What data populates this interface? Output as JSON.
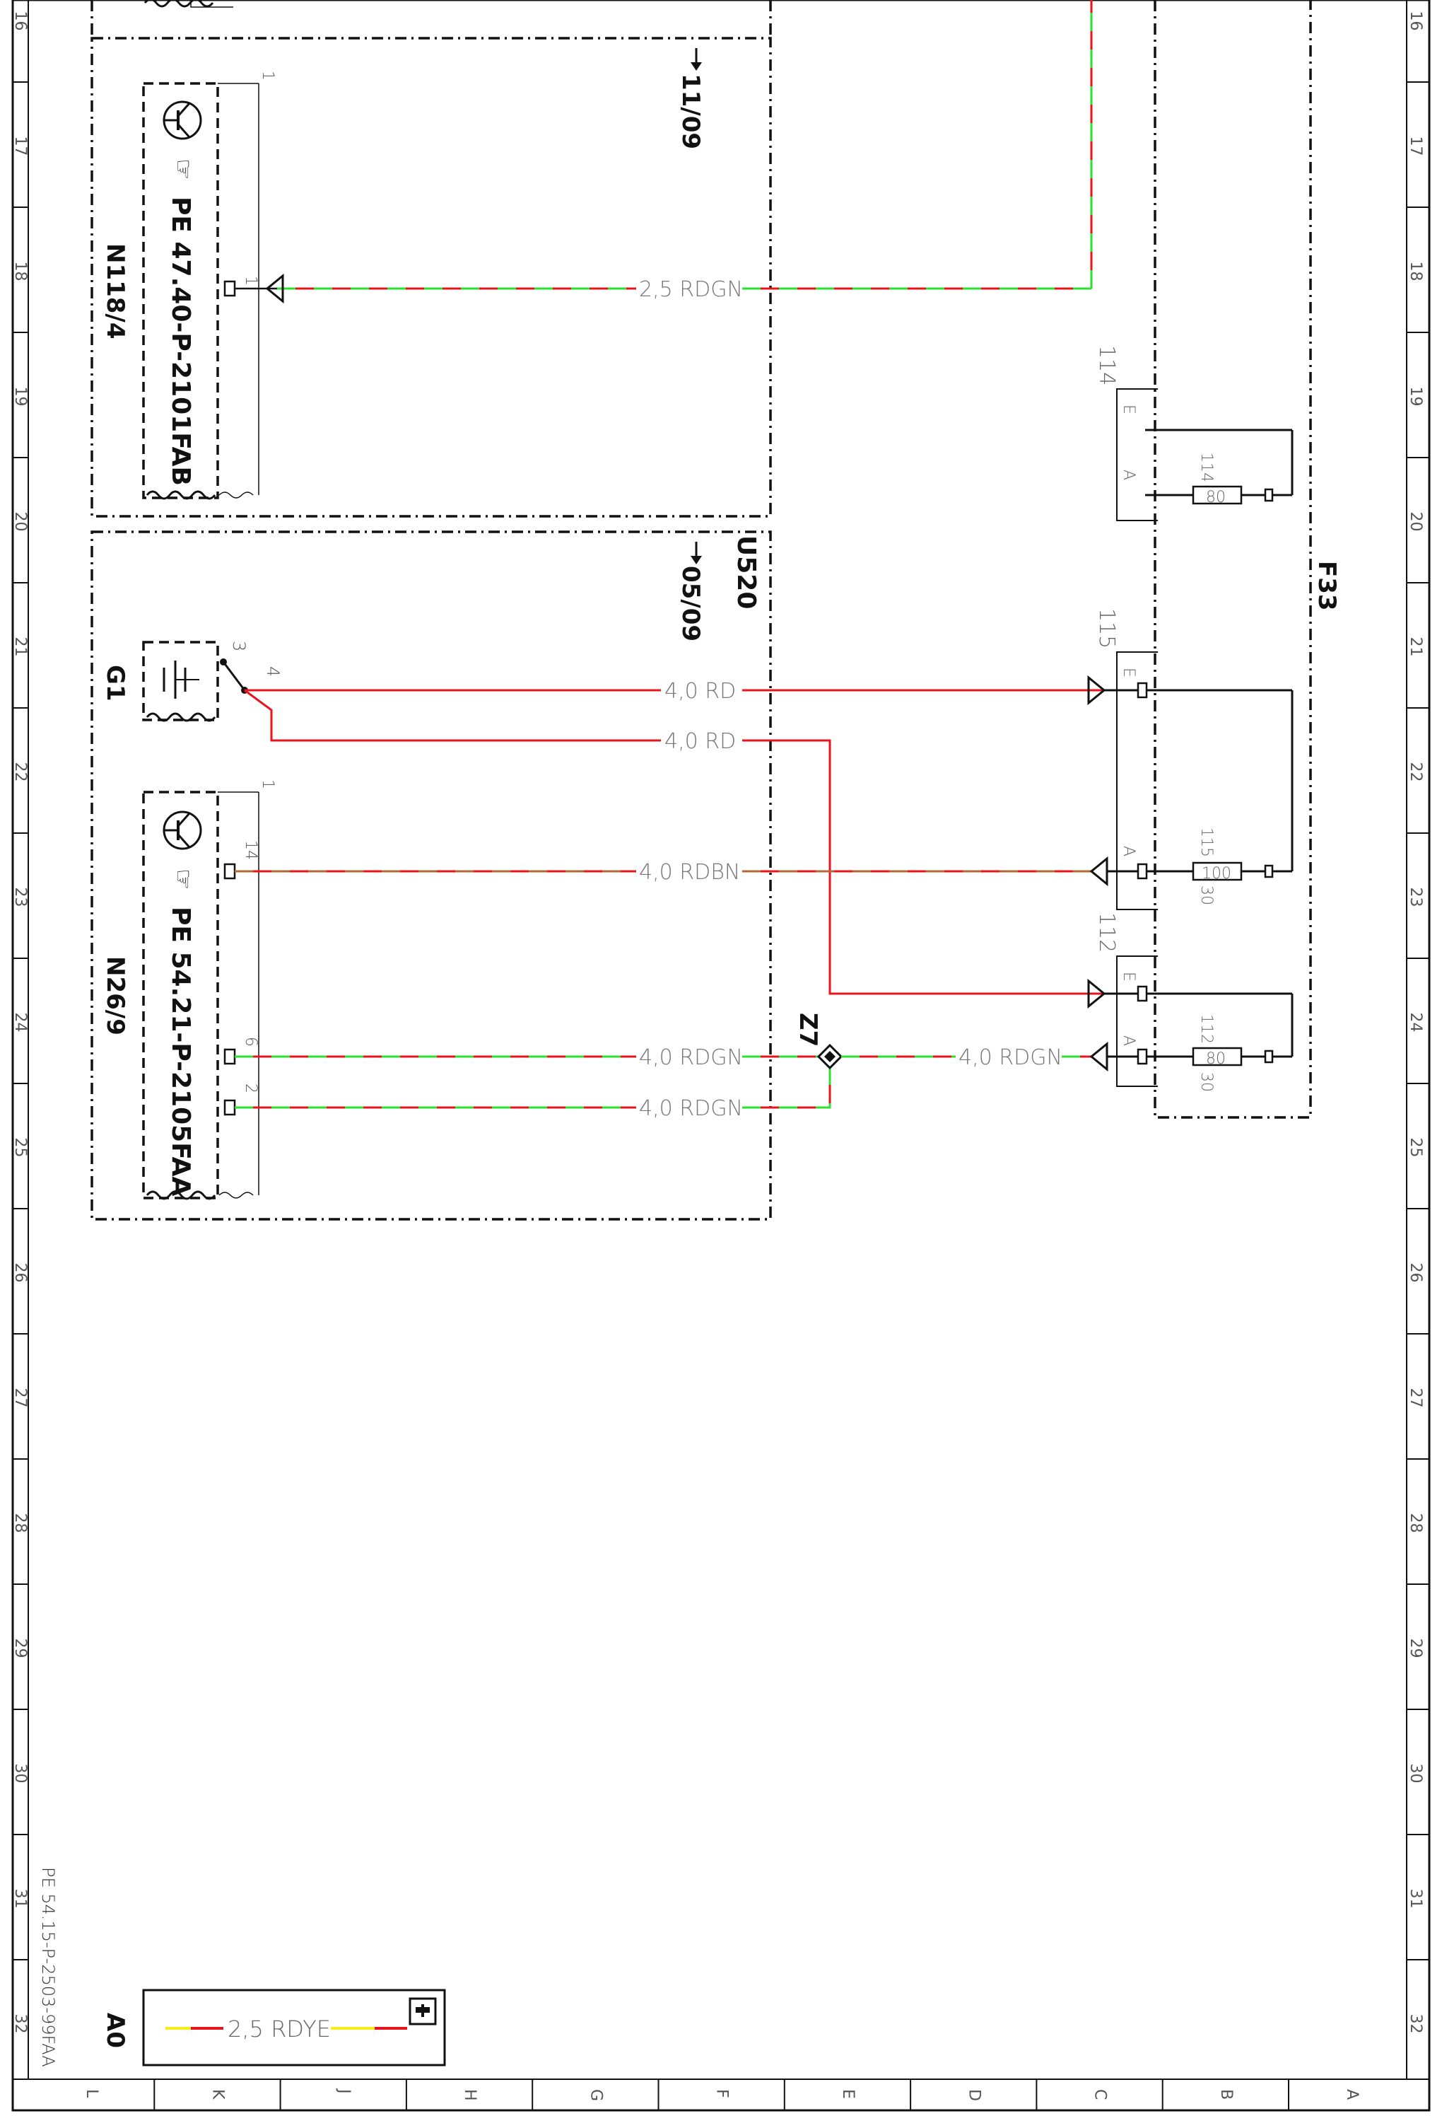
{
  "sheet": {
    "rows": [
      "16",
      "17",
      "18",
      "19",
      "20",
      "21",
      "22",
      "23",
      "24",
      "25",
      "26",
      "27",
      "28",
      "29",
      "30",
      "31",
      "32"
    ],
    "columns": [
      "L",
      "K",
      "J",
      "H",
      "G",
      "F",
      "E",
      "D",
      "C",
      "B",
      "A"
    ],
    "document_number": "PE 54.15-P-2503-99FAA"
  },
  "components": {
    "n118_4": {
      "name": "N118/4",
      "reference": "PE 47.40-P-2101FAB",
      "pin_top": "1",
      "pin": "1",
      "icon": "transistor-icon"
    },
    "g1": {
      "name": "G1",
      "pin_a": "3",
      "pin_b": "4",
      "icon": "battery-icon"
    },
    "n26_9": {
      "name": "N26/9",
      "reference": "PE 54.21-P-2105FAA",
      "pin_top": "1",
      "pin_14": "14",
      "pin_6": "6",
      "pin_2": "2",
      "icon": "transistor-icon"
    },
    "u520": {
      "name": "U520"
    },
    "f33": {
      "name": "F33"
    },
    "z7": {
      "name": "Z7"
    },
    "a0": {
      "name": "A0",
      "wire": "2,5 RDYE",
      "icon": "info-icon"
    }
  },
  "references": {
    "upper": "11/09",
    "lower": "05/09"
  },
  "wires": {
    "w1": "2,5 RDGN",
    "w2": "4,0 RD",
    "w3": "4,0 RD",
    "w4": "4,0 RDBN",
    "w5": "4,0 RDGN",
    "w6": "4,0 RDGN",
    "w7": "4,0 RDGN"
  },
  "fuses": {
    "f114": {
      "block": "114",
      "id": "114",
      "rating": "80",
      "pin_e": "E",
      "pin_a": "A"
    },
    "f115": {
      "block": "115",
      "id": "115",
      "rating": "100",
      "pin_e": "E",
      "pin_a": "A",
      "bottom": "30"
    },
    "f112": {
      "block": "112",
      "id": "112",
      "rating": "80",
      "pin_e": "E",
      "pin_a": "A",
      "bottom": "30"
    }
  },
  "colors": {
    "red": "#e8141e",
    "green": "#2de02d",
    "brown": "#b06a3a",
    "yellow": "#f5ee1a",
    "line": "#111111",
    "gray": "#7a7a7a"
  }
}
